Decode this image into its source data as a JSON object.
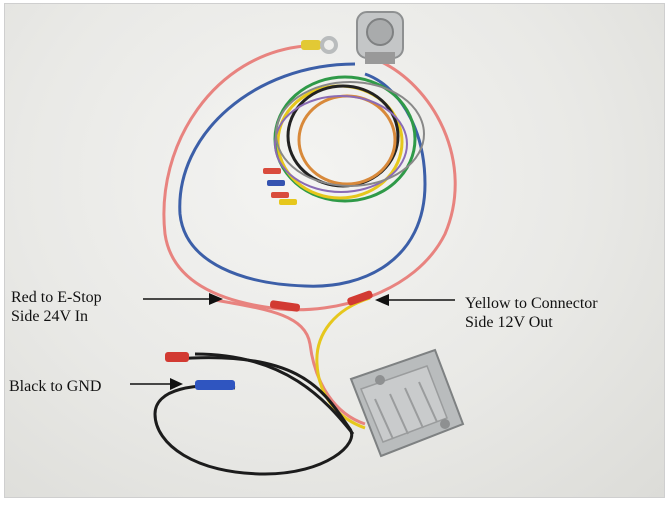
{
  "annotations": {
    "red": {
      "line1": "Red to E-Stop",
      "line2": "Side 24V In"
    },
    "yellow": {
      "line1": "Yellow to Connector",
      "line2": "Side 12V Out"
    },
    "black": {
      "line1": "Black to GND"
    }
  },
  "colors": {
    "background": "#e9e9e6",
    "wire_red": "#e8837f",
    "wire_blue": "#3c5fa8",
    "wire_yellow": "#e6c71c",
    "wire_black": "#1c1c1c",
    "module_metal": "#b9bcbd",
    "connector_metal": "#c4c6c7"
  }
}
